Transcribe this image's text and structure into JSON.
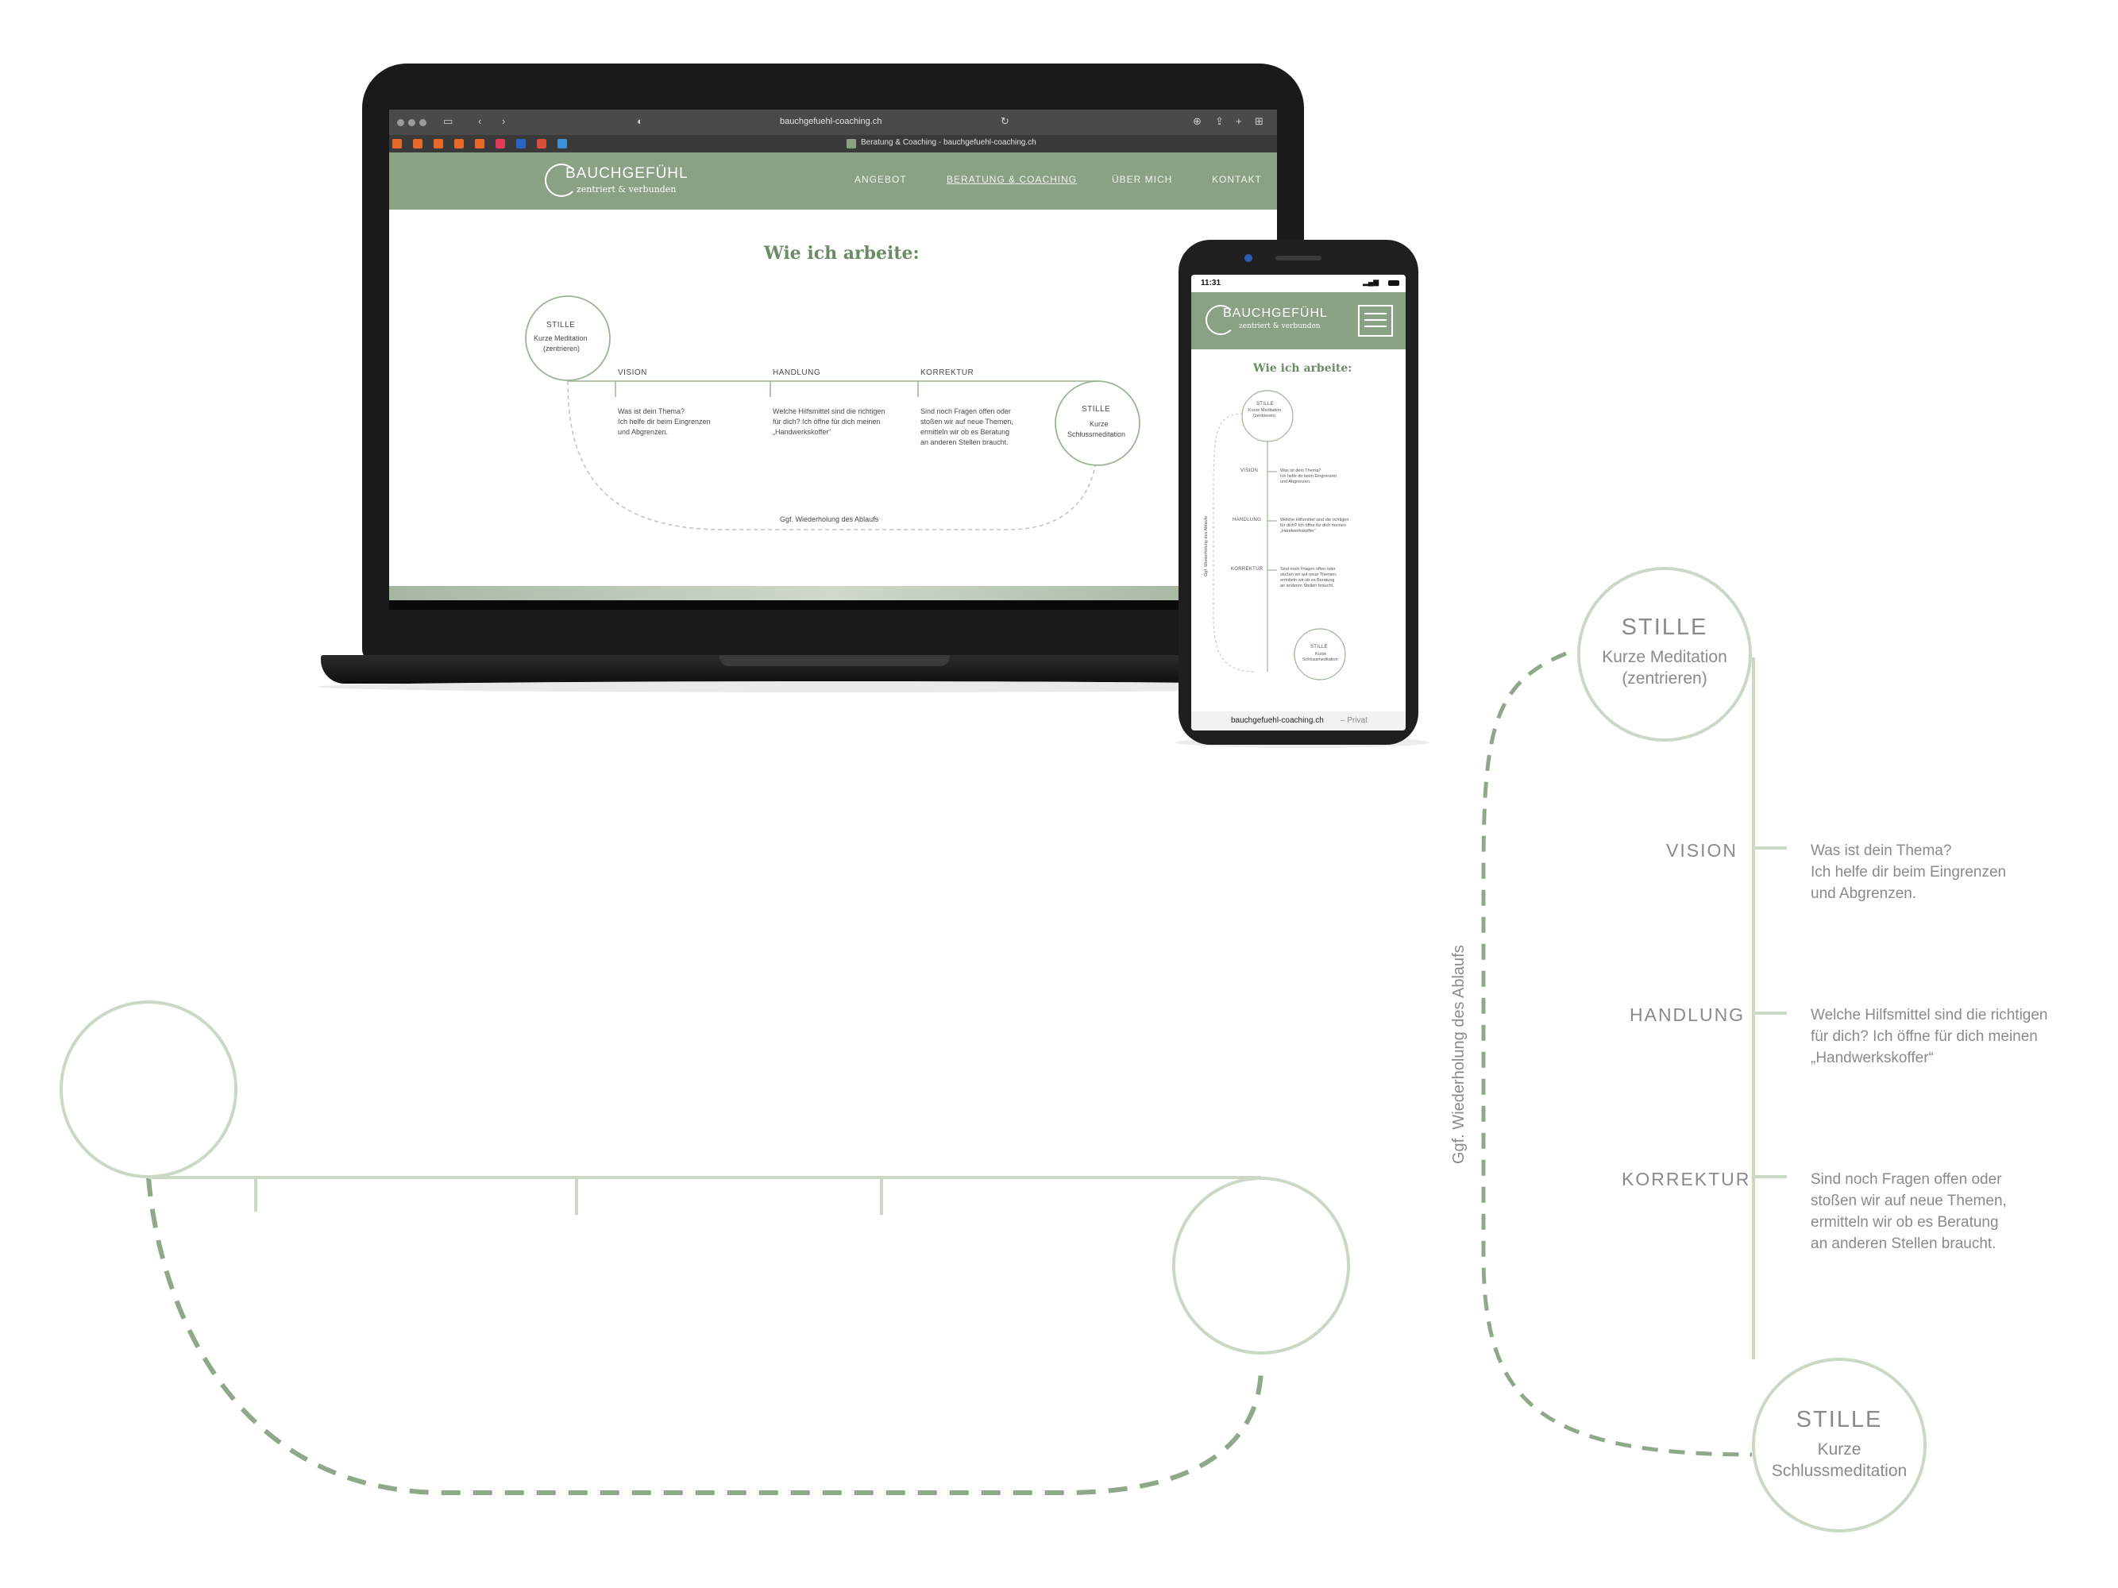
{
  "browser": {
    "url": "bauchgefuehl-coaching.ch",
    "tab_title": "Beratung & Coaching - bauchgefuehl-coaching.ch"
  },
  "site": {
    "logo_name": "BAUCHGEFÜHL",
    "logo_tagline": "zentriert & verbunden",
    "nav": [
      "ANGEBOT",
      "BERATUNG & COACHING",
      "ÜBER MICH",
      "KONTAKT"
    ],
    "active_nav": "BERATUNG & COACHING",
    "page_title": "Wie ich arbeite:"
  },
  "process": {
    "start": {
      "title": "STILLE",
      "subtitle_line1": "Kurze Meditation",
      "subtitle_line2": "(zentrieren)"
    },
    "steps": [
      {
        "label": "VISION",
        "line1": "Was ist dein Thema?",
        "line2": "Ich helfe dir beim Eingrenzen",
        "line3": "und Abgrenzen."
      },
      {
        "label": "HANDLUNG",
        "line1": "Welche Hilfsmittel sind die richtigen",
        "line2": "für dich? Ich öffne für dich meinen",
        "line3": "„Handwerkskoffer“"
      },
      {
        "label": "KORREKTUR",
        "line1": "Sind noch Fragen offen oder",
        "line2": "stoßen wir auf neue Themen,",
        "line3": "ermitteln wir ob es Beratung",
        "line4": "an anderen Stellen braucht."
      }
    ],
    "end": {
      "title": "STILLE",
      "subtitle_line1": "Kurze",
      "subtitle_line2": "Schlussmeditation"
    },
    "loop_label": "Ggf. Wiederholung des Ablaufs"
  },
  "phone": {
    "time": "11:31",
    "url": "bauchgefuehl-coaching.ch",
    "url_suffix": "– Privat"
  },
  "colors": {
    "brand_green": "#8aa185",
    "title_green": "#6d8a67",
    "line_green": "#cbd8c6",
    "dash_green": "#8fa88a"
  }
}
